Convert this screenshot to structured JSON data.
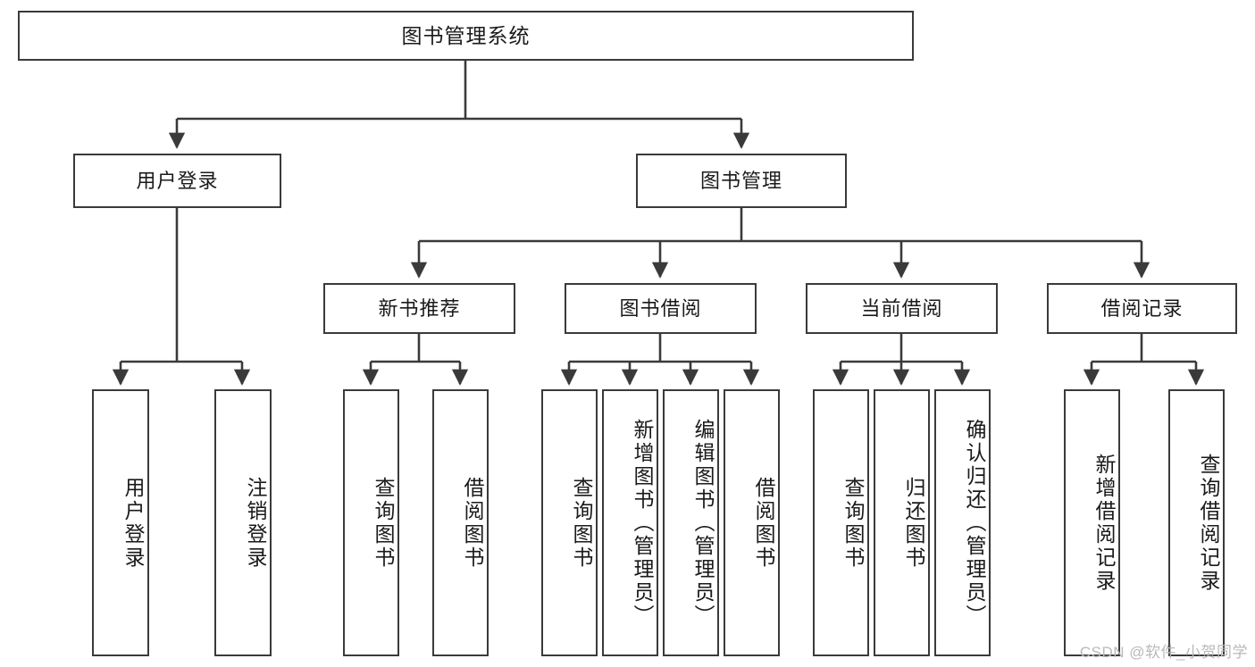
{
  "diagram": {
    "title": "图书管理系统",
    "type": "tree-hierarchy",
    "watermark": "CSDN @软件_小贺同学",
    "colors": {
      "box_border": "#3a3a3a",
      "box_fill": "#ffffff",
      "connector": "#3a3a3a",
      "text": "#1a1a1a",
      "watermark": "#b9b9b9"
    },
    "nodes": {
      "root": {
        "label": "图书管理系统"
      },
      "level2": [
        {
          "label": "用户登录"
        },
        {
          "label": "图书管理"
        }
      ],
      "level3": [
        {
          "label": "新书推荐"
        },
        {
          "label": "图书借阅"
        },
        {
          "label": "当前借阅"
        },
        {
          "label": "借阅记录"
        }
      ],
      "leaves": {
        "user_login": [
          {
            "label": "用户登录"
          },
          {
            "label": "注销登录"
          }
        ],
        "new_book": [
          {
            "label": "查询图书"
          },
          {
            "label": "借阅图书"
          }
        ],
        "borrow_book": [
          {
            "label": "查询图书"
          },
          {
            "label": "新增图书（管理员）"
          },
          {
            "label": "编辑图书（管理员）"
          },
          {
            "label": "借阅图书"
          }
        ],
        "current_borrow": [
          {
            "label": "查询图书"
          },
          {
            "label": "归还图书"
          },
          {
            "label": "确认归还（管理员）"
          }
        ],
        "borrow_record": [
          {
            "label": "新增借阅记录"
          },
          {
            "label": "查询借阅记录"
          }
        ]
      }
    }
  }
}
